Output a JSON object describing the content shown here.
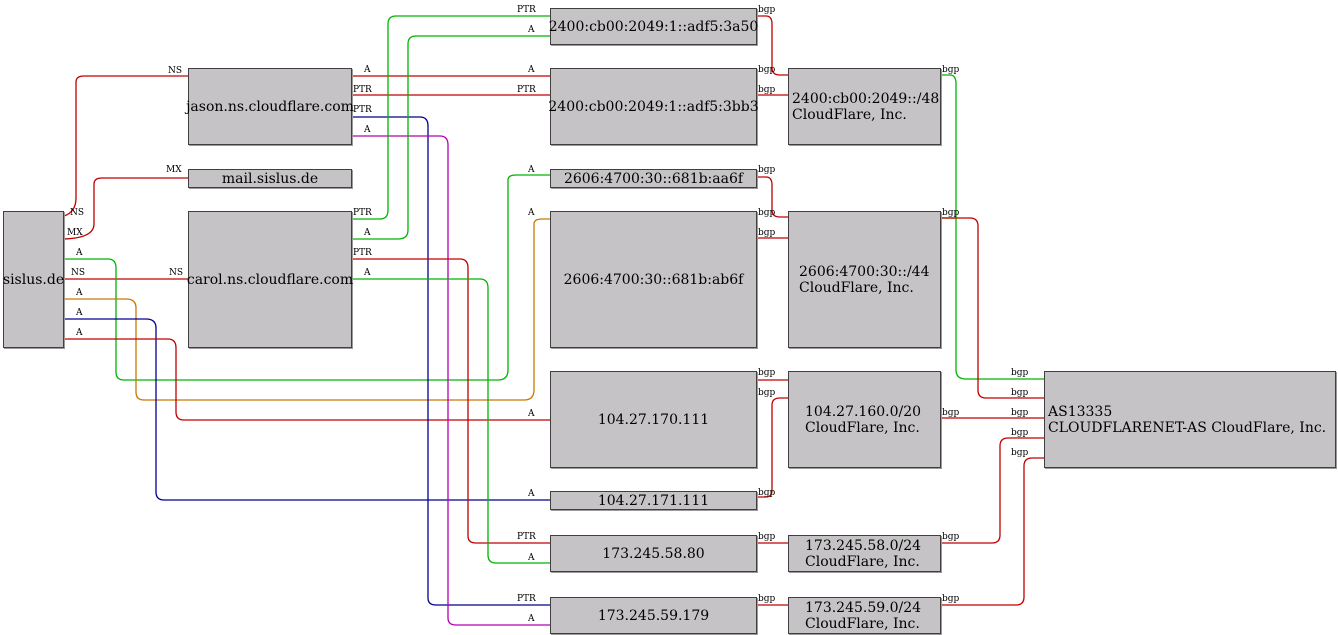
{
  "nodes": {
    "sislus": "sislus.de",
    "jason": "jason.ns.cloudflare.com",
    "mail": "mail.sislus.de",
    "carol": "carol.ns.cloudflare.com",
    "ip6_3a50": "2400:cb00:2049:1::adf5:3a50",
    "ip6_3bb3": "2400:cb00:2049:1::adf5:3bb3",
    "ip6_aa6f": "2606:4700:30::681b:aa6f",
    "ip6_ab6f": "2606:4700:30::681b:ab6f",
    "ip4_170": "104.27.170.111",
    "ip4_171": "104.27.171.111",
    "ip4_58": "173.245.58.80",
    "ip4_59": "173.245.59.179",
    "pfx_2400": [
      "2400:cb00:2049::/48",
      "CloudFlare, Inc."
    ],
    "pfx_2606": [
      "2606:4700:30::/44",
      "CloudFlare, Inc."
    ],
    "pfx_104": [
      "104.27.160.0/20",
      "CloudFlare, Inc."
    ],
    "pfx_173_58": [
      "173.245.58.0/24",
      "CloudFlare, Inc."
    ],
    "pfx_173_59": [
      "173.245.59.0/24",
      "CloudFlare, Inc."
    ],
    "asn": [
      "AS13335",
      "CLOUDFLARENET-AS CloudFlare, Inc."
    ]
  },
  "edge_labels": {
    "ns": "NS",
    "mx": "MX",
    "a": "A",
    "ptr": "PTR",
    "bgp": "bgp"
  },
  "colors": {
    "red": "#c00000",
    "green": "#00b400",
    "orange": "#c87800",
    "blue": "#000090",
    "magenta": "#b400b4",
    "node_fill": "#c6c3c6"
  }
}
